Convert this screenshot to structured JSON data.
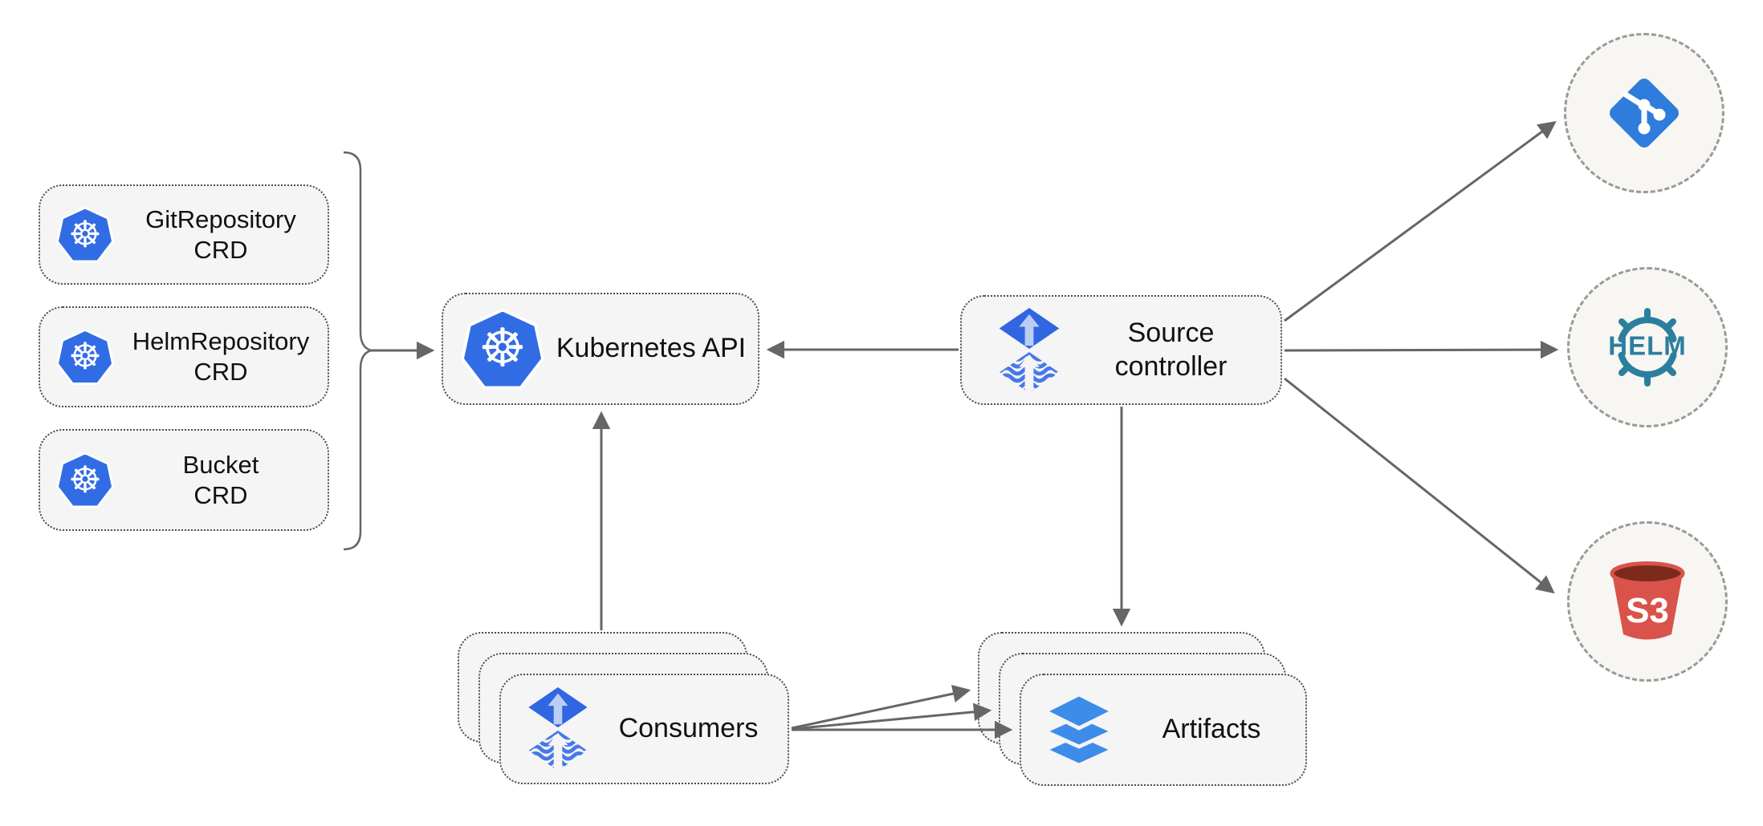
{
  "colors": {
    "box_fill": "#f5f5f5",
    "circle_fill": "#f7f6f2",
    "arrow_gray": "#666666",
    "k8s_blue": "#326CE5",
    "flux_blue": "#3166e2",
    "flux_light": "#bccdf4",
    "flux_stripe": "#4679e8",
    "layers_blue": "#3d8ce9",
    "git_blue": "#2e7cdb",
    "helm_teal": "#2b7f9e",
    "s3_red": "#d9534b",
    "s3_dark": "#7c2a1c"
  },
  "icons": {
    "kubernetes_glyph": "☸"
  },
  "nodes": {
    "git_repository_crd": {
      "line1": "GitRepository",
      "line2": "CRD"
    },
    "helm_repository_crd": {
      "line1": "HelmRepository",
      "line2": "CRD"
    },
    "bucket_crd": {
      "line1": "Bucket",
      "line2": "CRD"
    },
    "kubernetes_api": {
      "label": "Kubernetes API"
    },
    "source_controller": {
      "line1": "Source",
      "line2": "controller"
    },
    "consumers": {
      "label": "Consumers"
    },
    "artifacts": {
      "label": "Artifacts"
    }
  },
  "externals": {
    "helm": {
      "label": "HELM"
    },
    "s3": {
      "label": "S3"
    }
  }
}
